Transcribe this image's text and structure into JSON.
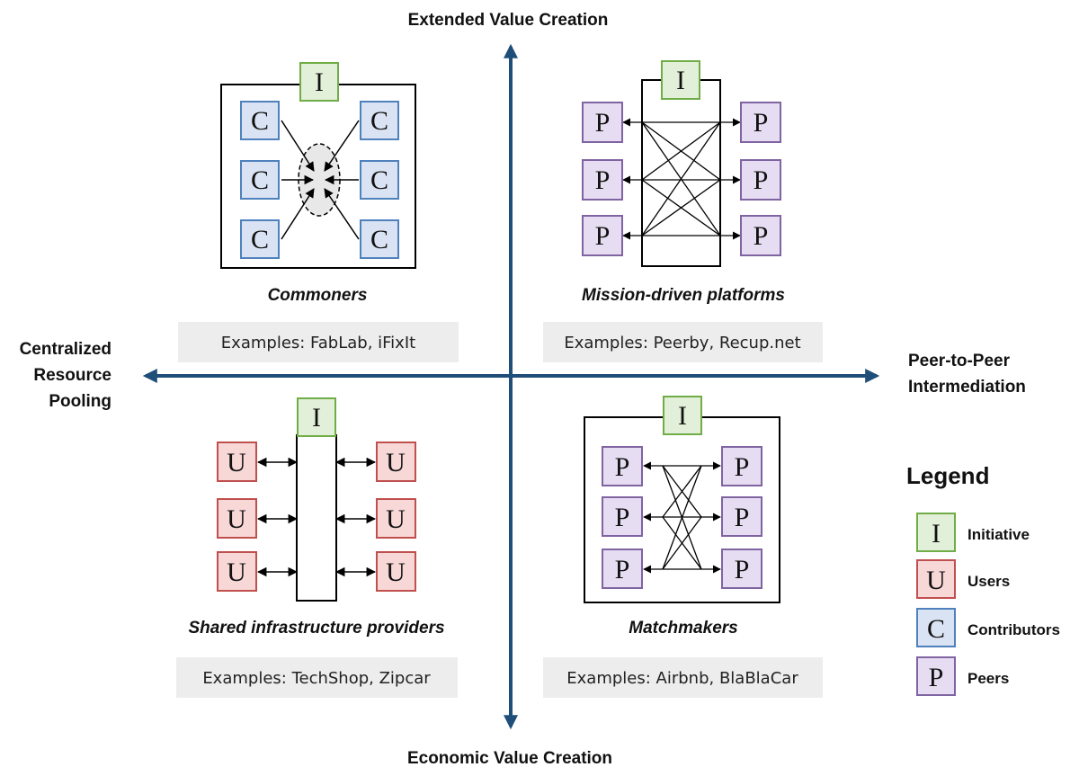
{
  "axes": {
    "top": "Extended Value Creation",
    "bottom": "Economic Value Creation",
    "left": [
      "Centralized",
      "Resource",
      "Pooling"
    ],
    "right": [
      "Peer-to-Peer",
      "Intermediation"
    ]
  },
  "quadrants": {
    "commoners": {
      "title": "Commoners",
      "examples": "Examples: FabLab, iFixIt"
    },
    "mission": {
      "title": "Mission-driven platforms",
      "examples": "Examples: Peerby, Recup.net"
    },
    "shared": {
      "title": "Shared infrastructure providers",
      "examples": "Examples: TechShop, Zipcar"
    },
    "matchmakers": {
      "title": "Matchmakers",
      "examples": "Examples: Airbnb, BlaBlaCar"
    }
  },
  "letters": {
    "initiative": "I",
    "user": "U",
    "contributor": "C",
    "peer": "P"
  },
  "legend": {
    "title": "Legend",
    "items": [
      {
        "letter": "I",
        "label": "Initiative"
      },
      {
        "letter": "U",
        "label": "Users"
      },
      {
        "letter": "C",
        "label": "Contributors"
      },
      {
        "letter": "P",
        "label": "Peers"
      }
    ]
  },
  "colors": {
    "axis": "#1f4e79",
    "initiative_fill": "#e2efd9",
    "initiative_stroke": "#70ad47",
    "user_fill": "#f8d7d7",
    "user_stroke": "#c0504d",
    "contributor_fill": "#dae3f3",
    "contributor_stroke": "#4f81bd",
    "peer_fill": "#e6ddf2",
    "peer_stroke": "#8064a2",
    "example_bg": "#ededed"
  }
}
